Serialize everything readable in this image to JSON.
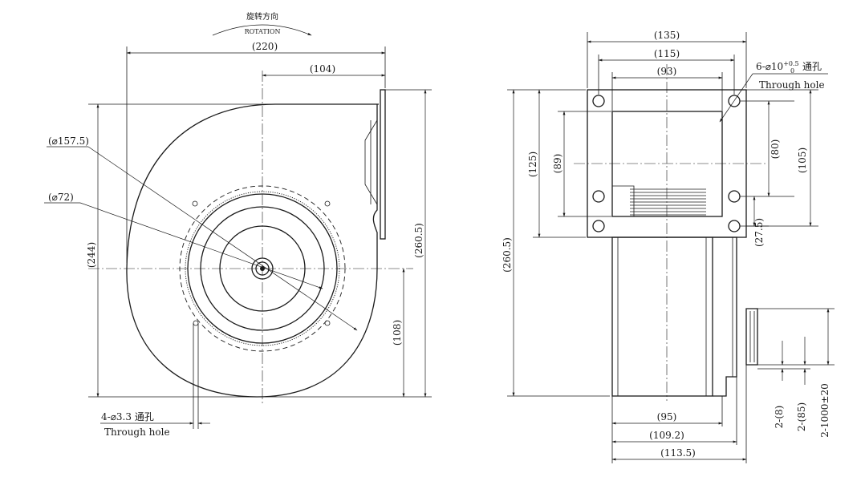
{
  "rotation": {
    "chinese": "旋转方向",
    "english": "ROTATION"
  },
  "front_view": {
    "width_overall": "(220)",
    "center_to_flange": "(104)",
    "outer_diameter": "(⌀157.5)",
    "hub_diameter": "(⌀72)",
    "height_overall": "(244)",
    "outlet_height": "(260.5)",
    "center_height": "(108)",
    "mount_holes": {
      "spec": "4-⌀3.3 通孔",
      "english": "Through hole"
    }
  },
  "side_view": {
    "flange_width": "(135)",
    "hole_span": "(115)",
    "inner_width": "(93)",
    "holes": {
      "spec": "6-⌀10",
      "tol_upper": "+0.5",
      "tol_lower": "0",
      "suffix": "通孔",
      "english": "Through hole"
    },
    "height_overall": "(260.5)",
    "flange_height": "(125)",
    "opening_height": "(89)",
    "hole_pitch_v": "(80)",
    "flange_outer_v": "(105)",
    "hole_offset": "(27.5)",
    "body_width": "(95)",
    "width_mid": "(109.2)",
    "width_total": "(113.5)",
    "lead_strip": "2-(8)",
    "lead_spacing": "2-(85)",
    "lead_length": "2-1000±20"
  }
}
